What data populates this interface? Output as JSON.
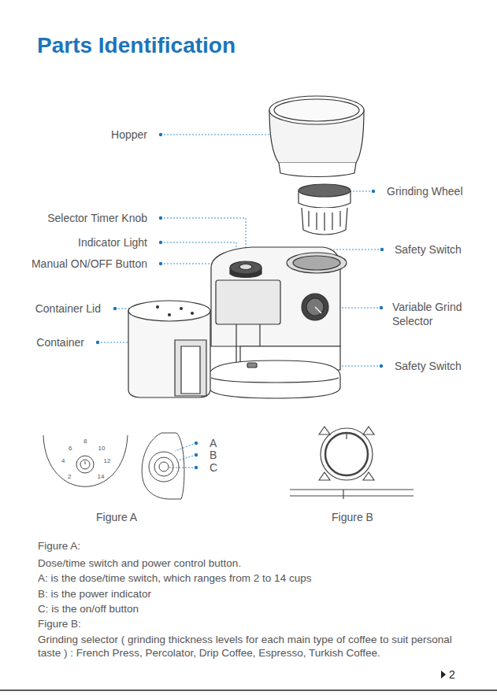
{
  "diagram": {
    "title": "Parts Identification",
    "labels": [
      "Hopper",
      "Grinding Wheel",
      "Selector Timer Knob",
      "Indicator Light",
      "Safety Switch",
      "Manual ON/OFF Button",
      "Container Lid",
      "Variable Grind Selector",
      "Container",
      "Safety Switch",
      "8",
      "6",
      "10",
      "4",
      "12",
      "2",
      "14",
      "A",
      "B",
      "C",
      "Figure A",
      "Figure B",
      "Figure A:",
      "Dose/time switch and power control button.",
      "A: is the dose/time switch, which ranges from 2 to 14 cups",
      "B: is the power indicator",
      "C: is the on/off button",
      "Figure B:",
      "Grinding selector ( grinding thickness levels for each main type of coffee to suit personal taste ) : French Press, Percolator, Drip Coffee, Espresso, Turkish Coffee.",
      "2"
    ]
  }
}
